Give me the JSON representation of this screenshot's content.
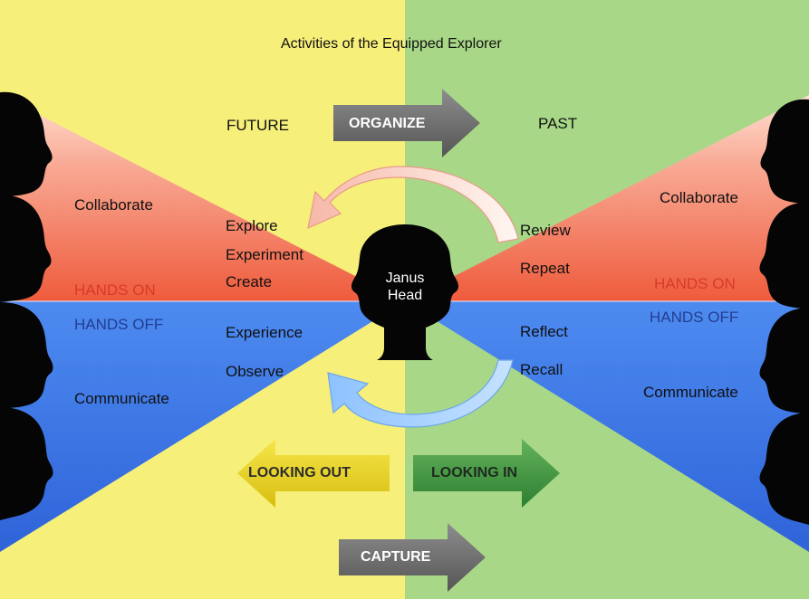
{
  "title": "Activities of the Equipped Explorer",
  "top": {
    "future": "FUTURE",
    "organize": "ORGANIZE",
    "past": "PAST"
  },
  "left": {
    "collaborate": "Collaborate",
    "hands_on": "HANDS ON",
    "hands_off": "HANDS OFF",
    "communicate": "Communicate",
    "explore": "Explore",
    "experiment": "Experiment",
    "create": "Create",
    "experience": "Experience",
    "observe": "Observe"
  },
  "right": {
    "collaborate": "Collaborate",
    "hands_on": "HANDS ON",
    "hands_off": "HANDS OFF",
    "communicate": "Communicate",
    "review": "Review",
    "repeat": "Repeat",
    "reflect": "Reflect",
    "recall": "Recall"
  },
  "center": {
    "line1": "Janus",
    "line2": "Head"
  },
  "bottom": {
    "looking_out": "LOOKING OUT",
    "looking_in": "LOOKING IN",
    "capture": "CAPTURE"
  },
  "colors": {
    "yellow": "#f6ef7a",
    "green": "#a8d887",
    "red": "#ef6a4a",
    "blue": "#4f86ea",
    "dark_gray_arrow": "#6f6f6f",
    "looking_out_arrow": "#e6d125",
    "looking_in_arrow": "#3b9a3c"
  }
}
